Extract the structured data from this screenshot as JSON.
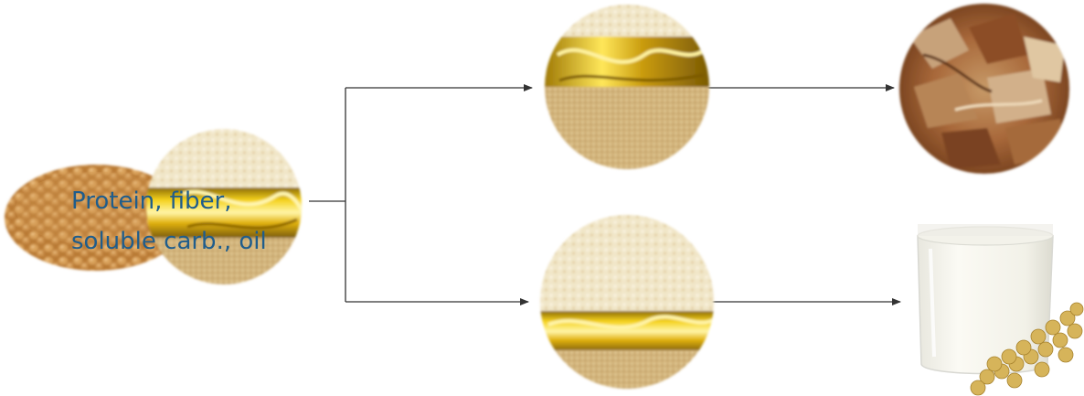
{
  "caption": {
    "line1": "Protein, fiber,",
    "line2": "soluble carb., oil"
  },
  "colors": {
    "caption_text": "#1f5d8c",
    "arrow": "#333333",
    "soybean": "#c8904a",
    "flour": "#efe2c2",
    "oil": "#d9a80c",
    "meal": "#d7b880",
    "fried_pieces": "#9b5a2a",
    "milk": "#f6f5ee"
  },
  "icons": [
    "soybeans-pile-image",
    "soy-composition-circle-image",
    "soy-oil-processing-circle-image",
    "soy-flour-processing-circle-image",
    "fried-soy-product-image",
    "soy-milk-glass-image"
  ]
}
